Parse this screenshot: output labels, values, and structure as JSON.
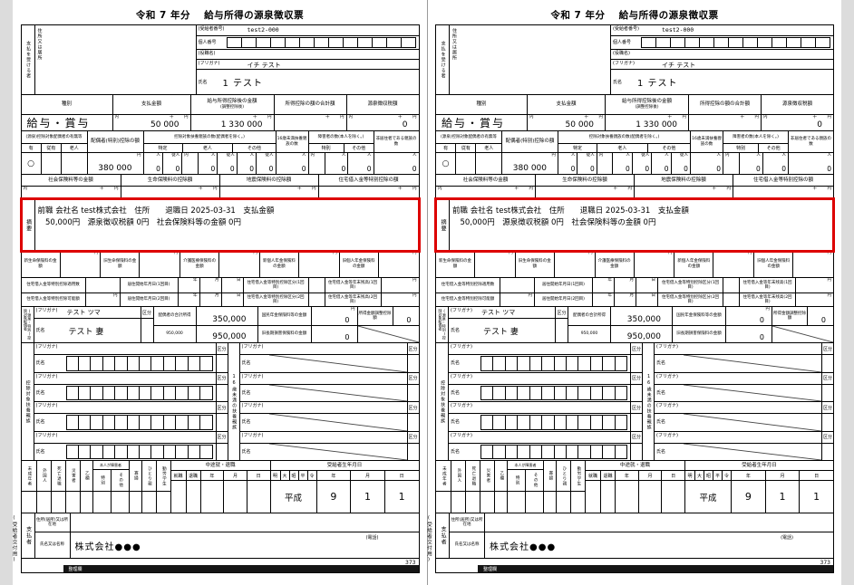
{
  "page": {
    "copy_label": "(受給者交付用)",
    "page_number": "373"
  },
  "form": {
    "title": "令和 7 年分　 給与所得の源泉徴収票",
    "marks": {
      "uchi": "内",
      "sen": "千",
      "yen": "円",
      "nin": "人",
      "junin": "従人",
      "nen": "年",
      "tsuki": "月",
      "hi": "日"
    },
    "payee": {
      "side_label": "支払を受ける者",
      "address_label": "住所又は居所",
      "recipient_no_label": "(受給者番号)",
      "recipient_no": "test2-000",
      "kojin_no_label": "個人番号",
      "role_label": "(役職名)",
      "furigana_label": "(フリガナ)",
      "furigana": "イチ テスト",
      "name_label": "氏名",
      "name": "1 テスト"
    },
    "main": {
      "type_label": "種別",
      "payment_label": "支払金額",
      "after_label": "給与所得控除後の金額",
      "after_label2": "(調整控除後)",
      "deduction_label": "所得控除の額の合計額",
      "tax_label": "源泉徴収税額",
      "type_value": "給与・賞与",
      "payment_value": "50 000",
      "after_value": "1 330 000",
      "deduction_value": "",
      "tax_value": "0"
    },
    "counts": {
      "header": "(源泉)控除対象配偶者の有無等",
      "have_label": "有",
      "juhave_label": "従有",
      "rojin_label": "老人",
      "spouse_ded_label": "配偶者(特別)控除の額",
      "fuyo_header": "控除対象扶養親族の数(配偶者を除く。)",
      "tokutei_label": "特定",
      "sonota_label": "その他",
      "u16_header": "16歳未満扶養親族の数",
      "shogai_header": "障害者の数(本人を除く。)",
      "tokubetsu_label": "特別",
      "nonres_header": "非居住者である親族の数",
      "have_value": "○",
      "spouse_ded_value": "380 000",
      "tokutei_nin": "0",
      "tokutei_junin": "0",
      "rojin_nin": "0",
      "rojin_junin": "0",
      "sonota_nin": "0",
      "sonota_junin": "0",
      "u16_value": "0",
      "tokubetsu_nin": "0",
      "shogai_sonota_nin": "0",
      "nonres_value": "0"
    },
    "insurance": {
      "shakai_label": "社会保険料等の金額",
      "seimei_label": "生命保険料の控除額",
      "jishin_label": "地震保険料の控除額",
      "jutaku_label": "住宅借入金等特別控除の額",
      "shakai_value": "",
      "seimei_value": "",
      "jishin_value": "",
      "jutaku_value": ""
    },
    "remarks": {
      "label": "摘要",
      "line1": "前職 会社名 test株式会社　住所　　退職日 2025-03-31　支払金額",
      "line2": "　50,000円　源泉徴収税額 0円　社会保険料等の金額 0円",
      "highlight_color": "#dd0000"
    },
    "life_detail": {
      "labels": [
        "新生命保険料の金額",
        "旧生命保険料の金額",
        "介護医療保険料の金額",
        "新個人年金保険料の金額",
        "旧個人年金保険料の金額"
      ],
      "values": [
        "",
        "",
        "",
        "",
        ""
      ]
    },
    "housing_detail": {
      "count_label": "住宅借入金等特別控除適用数",
      "possible_label": "住宅借入金等特別控除可能額",
      "move1_label": "居住開始年月日(1回目)",
      "move2_label": "居住開始年月日(2回目)",
      "kubun1_label": "住宅借入金等特別控除区分(1回目)",
      "kubun2_label": "住宅借入金等特別控除区分(2回目)",
      "balance1_label": "住宅借入金等年末残高(1回目)",
      "balance2_label": "住宅借入金等年末残高(2回目)"
    },
    "spouse": {
      "side_label": "(源泉・特別)控除対象配偶者",
      "furigana_label": "(フリガナ)",
      "furigana": "テスト ツマ",
      "name_label": "氏名",
      "name": "テスト 妻",
      "kubun_label": "区分",
      "total_income_label": "配偶者の合計所得",
      "total_income": "350,000",
      "basic_ded_label": "基礎控除の額",
      "basic_ded": "950,000",
      "pension_label": "国民年金保険料等の金額",
      "pension": "0",
      "longterm_label": "旧長期損害保険料の金額",
      "longterm": "0",
      "adjust_label": "所得金額調整控除額",
      "adjust": "0"
    },
    "dependents": {
      "side_label": "控除対象扶養親族",
      "u16_side_label": "16歳未満の扶養親族",
      "furigana_label": "(フリガナ)",
      "name_label": "氏名",
      "kubun_label": "区分"
    },
    "status": {
      "minor": "未成年者",
      "foreigner": "外国人",
      "death": "死亡退職",
      "disaster": "災害者",
      "otsu": "乙欄",
      "self_disabled": "本人が障害者",
      "special": "特別",
      "other": "その他",
      "widow": "寡婦",
      "single_parent": "ひとり親",
      "student": "勤労学生",
      "midway_header": "中途就・退職",
      "employ": "就職",
      "retire": "退職",
      "birth_header": "受給者生年月日",
      "era_labels": [
        "明",
        "大",
        "昭",
        "平",
        "令"
      ],
      "era_value": "平成",
      "birth_year": "9",
      "birth_month": "1",
      "birth_day": "1"
    },
    "payer": {
      "side_label": "支払者",
      "address_label": "住所(居所)又は所在地",
      "name_label": "氏名又は名称",
      "name": "株式会社●●●",
      "tel_label": "(電話)",
      "seiri_label": "整理欄"
    }
  }
}
